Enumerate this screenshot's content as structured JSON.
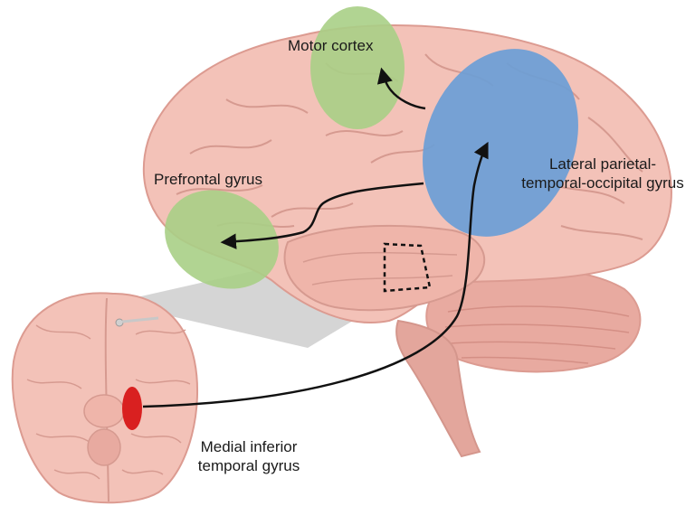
{
  "labels": {
    "motor_cortex": "Motor cortex",
    "prefrontal_gyrus": "Prefrontal gyrus",
    "lateral_line1": "Lateral parietal-",
    "lateral_line2": "temporal-occipital gyrus",
    "medial_line1": "Medial inferior",
    "medial_line2": "temporal gyrus"
  },
  "colors": {
    "brain": "#f3c2b8",
    "brain_outline": "#dc9b91",
    "fold": "#d69a90",
    "cerebellum": "#e8aaa0",
    "stem": "#e3a69c",
    "motor_region": "#a8cf86",
    "prefrontal_region": "#a8cf86",
    "lateral_region": "#6b9ed6",
    "medial_region": "#d92020",
    "arrow": "#111111",
    "projection": "#b3b3b3"
  }
}
